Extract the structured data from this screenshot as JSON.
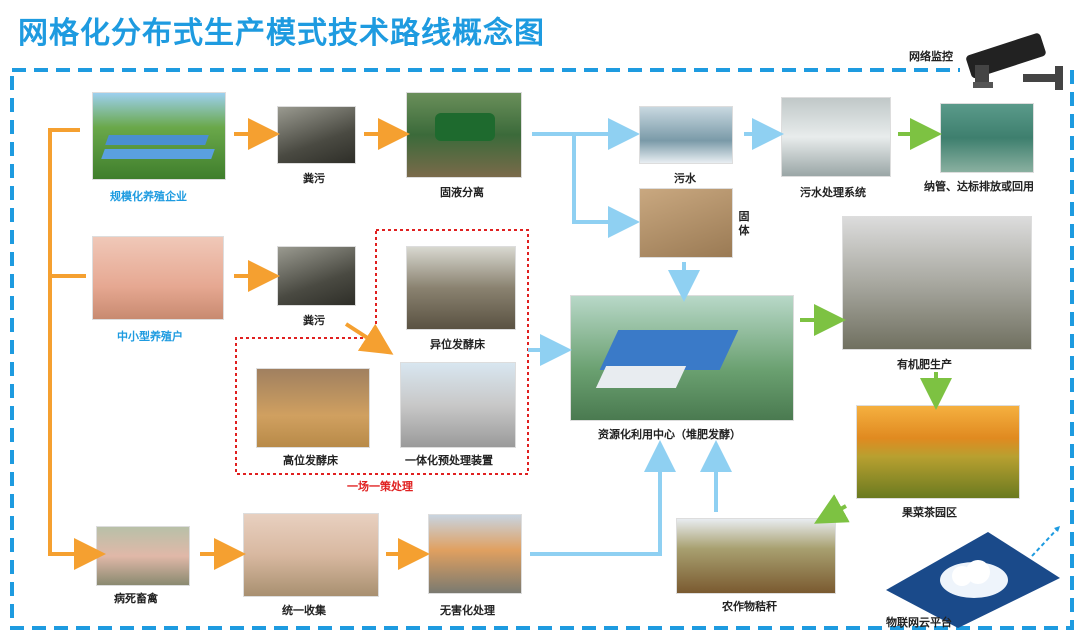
{
  "title": "网格化分布式生产模式技术路线概念图",
  "labels": {
    "network_monitor": "网络监控",
    "large_farm": "规模化养殖企业",
    "manure1": "粪污",
    "solid_liquid": "固液分离",
    "sewage": "污水",
    "sewage_system": "污水处理系统",
    "discharge": "纳管、达标排放或回用",
    "solid": "固体",
    "small_farm": "中小型养殖户",
    "manure2": "粪污",
    "ectopic_bed": "异位发酵床",
    "high_bed": "高位发酵床",
    "integrated_device": "一体化预处理装置",
    "one_farm_one_policy": "一场一策处理",
    "resource_center": "资源化利用中心（堆肥发酵）",
    "organic_fertilizer": "有机肥生产",
    "orchard": "果菜茶园区",
    "straw": "农作物秸秆",
    "dead_livestock": "病死畜禽",
    "unified_collection": "统一收集",
    "harmless": "无害化处理",
    "iot_platform": "物联网云平台"
  },
  "colors": {
    "title": "#1e9be0",
    "orange_arrow": "#f5a030",
    "blue_arrow": "#8fd0f2",
    "green_arrow": "#7dc242",
    "frame_dash": "#1e9be0",
    "red_box": "#e02020"
  }
}
